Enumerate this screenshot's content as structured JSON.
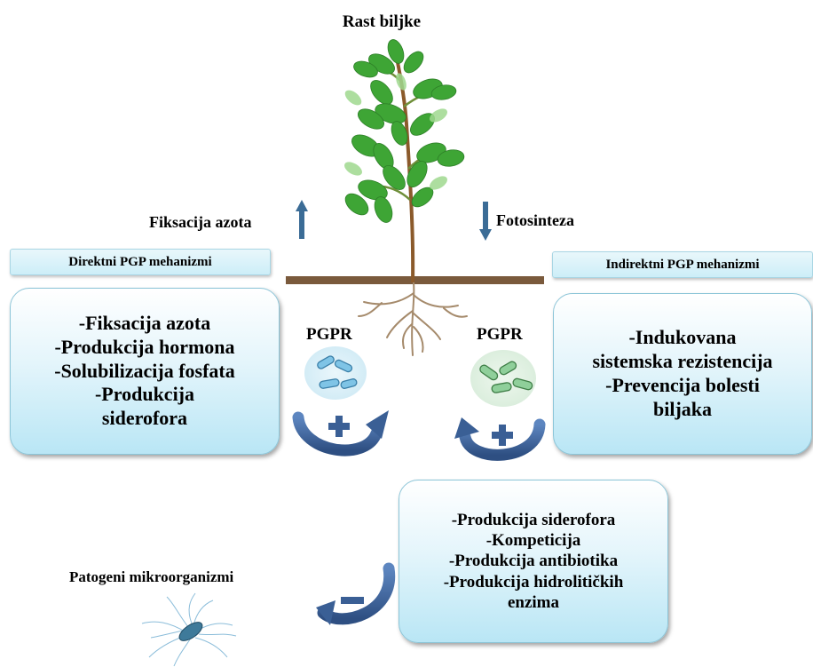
{
  "title": "Rast biljke",
  "left_arrow_label": "Fiksacija azota",
  "right_arrow_label": "Fotosinteza",
  "direct_header": "Direktni PGP mehanizmi",
  "indirect_header": "Indirektni PGP mehanizmi",
  "direct_items": [
    "-Fiksacija azota",
    "-Produkcija hormona",
    "-Solubilizacija fosfata",
    "-Produkcija",
    "siderofora"
  ],
  "indirect_items": [
    "-Indukovana",
    "sistemska rezistencija",
    "-Prevencija bolesti",
    "biljaka"
  ],
  "pgpr_left": "PGPR",
  "pgpr_right": "PGPR",
  "bottom_items": [
    "-Produkcija siderofora",
    "-Kompeticija",
    "-Produkcija antibiotika",
    "-Produkcija hidrolitičkih",
    "enzima"
  ],
  "pathogen_label": "Patogeni mikroorganizmi",
  "colors": {
    "ground": "#7a5a3c",
    "arrow_up": "#3b6c96",
    "curved_arrow": "#3a5f95",
    "box_fill": "#c9ecf8",
    "leaf": "#3ea535",
    "stem": "#8b5a2b",
    "bacteria_left": "#7fc4e6",
    "bacteria_right": "#8fcf9a"
  },
  "icons": [
    "up-arrow-icon",
    "down-arrow-icon",
    "plant-icon",
    "bacteria-icon",
    "plus-icon",
    "minus-icon",
    "pathogen-icon"
  ]
}
